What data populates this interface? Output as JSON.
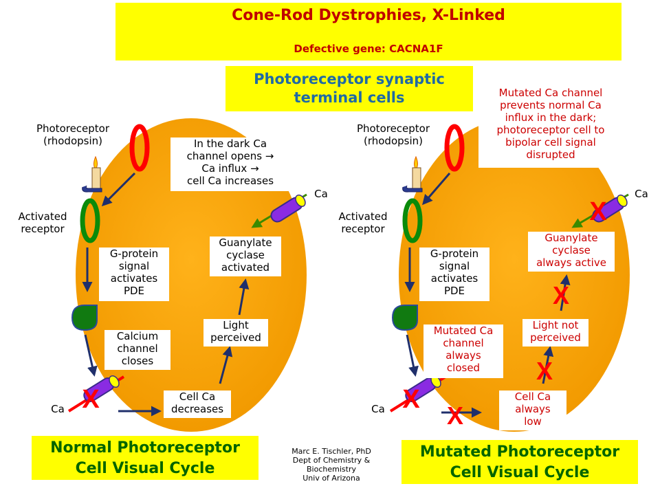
{
  "title": "Cone-Rod Dystrophies, X-Linked",
  "defective_gene": "Defective gene: CACNA1F",
  "subtitle_line1": "Photoreceptor synaptic",
  "subtitle_line2": "terminal cells",
  "left": {
    "photoreceptor_l1": "Photoreceptor",
    "photoreceptor_l2": "(rhodopsin)",
    "activated_l1": "Activated",
    "activated_l2": "receptor",
    "dark_note": [
      "In the dark Ca",
      "channel opens →",
      "Ca influx →",
      "cell Ca increases"
    ],
    "ca_top": "Ca",
    "ca_bottom": "Ca",
    "gprotein": [
      "G-protein",
      "signal",
      "activates",
      "PDE"
    ],
    "guanylate": [
      "Guanylate",
      "cyclase",
      "activated"
    ],
    "light": [
      "Light",
      "perceived"
    ],
    "calcium": [
      "Calcium",
      "channel",
      "closes"
    ],
    "cellca": [
      "Cell Ca",
      "decreases"
    ],
    "caption_l1": "Normal Photoreceptor",
    "caption_l2": "Cell Visual Cycle"
  },
  "right": {
    "photoreceptor_l1": "Photoreceptor",
    "photoreceptor_l2": "(rhodopsin)",
    "activated_l1": "Activated",
    "activated_l2": "receptor",
    "mut_note": [
      "Mutated Ca channel",
      "prevents normal Ca",
      "influx in the dark;",
      "photoreceptor cell to",
      "bipolar cell signal",
      "disrupted"
    ],
    "ca_top": "Ca",
    "ca_bottom": "Ca",
    "gprotein": [
      "G-protein",
      "signal",
      "activates",
      "PDE"
    ],
    "guanylate": [
      "Guanylate",
      "cyclase",
      "always active"
    ],
    "light": [
      "Light not",
      "perceived"
    ],
    "mutated_channel": [
      "Mutated Ca",
      "channel",
      "always",
      "closed"
    ],
    "cellca": [
      "Cell Ca",
      "always",
      "low"
    ],
    "caption_l1": "Mutated Photoreceptor",
    "caption_l2": "Cell Visual Cycle"
  },
  "credit": [
    "Marc E. Tischler, PhD",
    "Dept of Chemistry &",
    "Biochemistry",
    "Univ of Arizona"
  ],
  "colors": {
    "cell": "#f5a300",
    "yellow": "#ffff00",
    "title_red": "#c00000",
    "subtitle_blue": "#1f6aa5",
    "caption_green": "#006400",
    "arrow_navy": "#1f2f6b"
  }
}
